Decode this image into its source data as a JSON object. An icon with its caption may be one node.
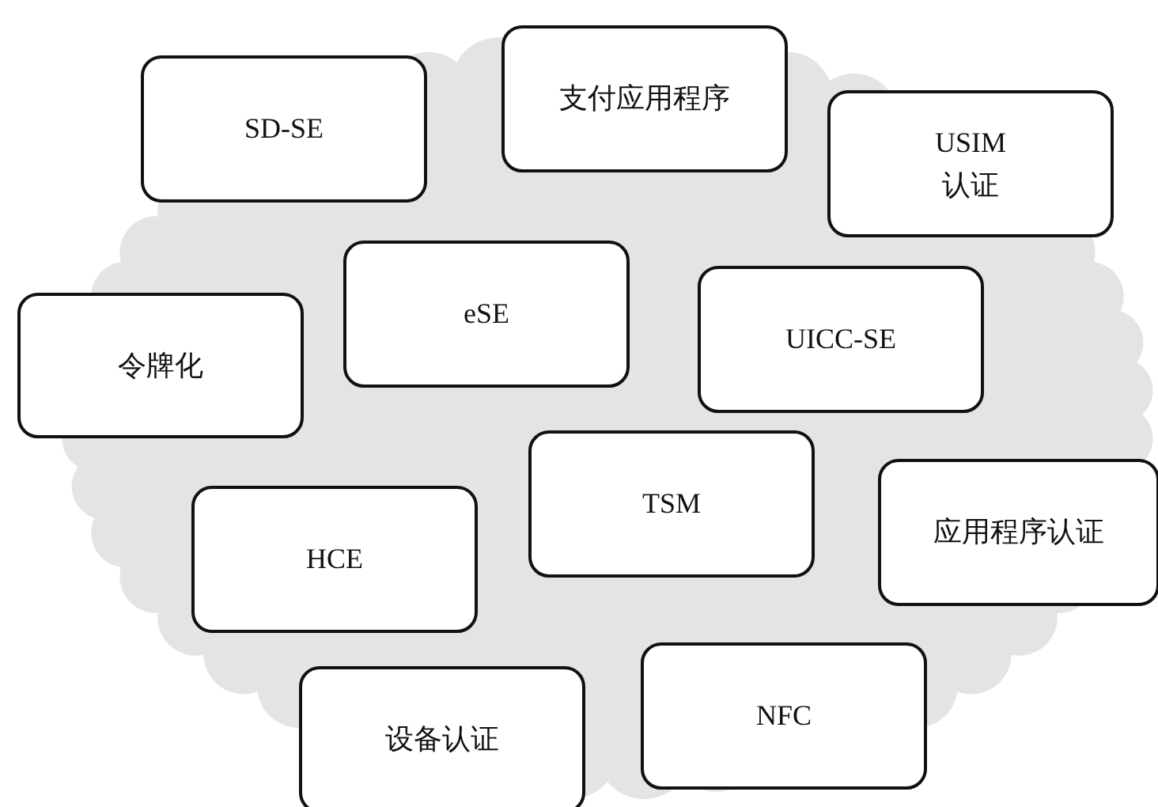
{
  "diagram": {
    "nodes": [
      {
        "text": [],
        "shape": "cloud"
      },
      {
        "text": [
          "SD-SE"
        ],
        "in": 0
      },
      {
        "text": [
          "支付应用程序"
        ],
        "in": 0
      },
      {
        "text": [
          "USIM 认证"
        ],
        "in": 0
      },
      {
        "text": [
          "eSE"
        ],
        "in": 0
      },
      {
        "text": [
          "UICC-SE"
        ],
        "in": 0
      },
      {
        "text": [
          "令牌化"
        ],
        "in": 0
      },
      {
        "text": [
          "TSM"
        ],
        "in": 0
      },
      {
        "text": [
          "HCE"
        ],
        "in": 0
      },
      {
        "text": [
          "应用程序认证"
        ],
        "in": 0
      },
      {
        "text": [
          "设备认证"
        ],
        "in": 0
      },
      {
        "text": [
          "NFC"
        ],
        "in": 0
      }
    ]
  }
}
